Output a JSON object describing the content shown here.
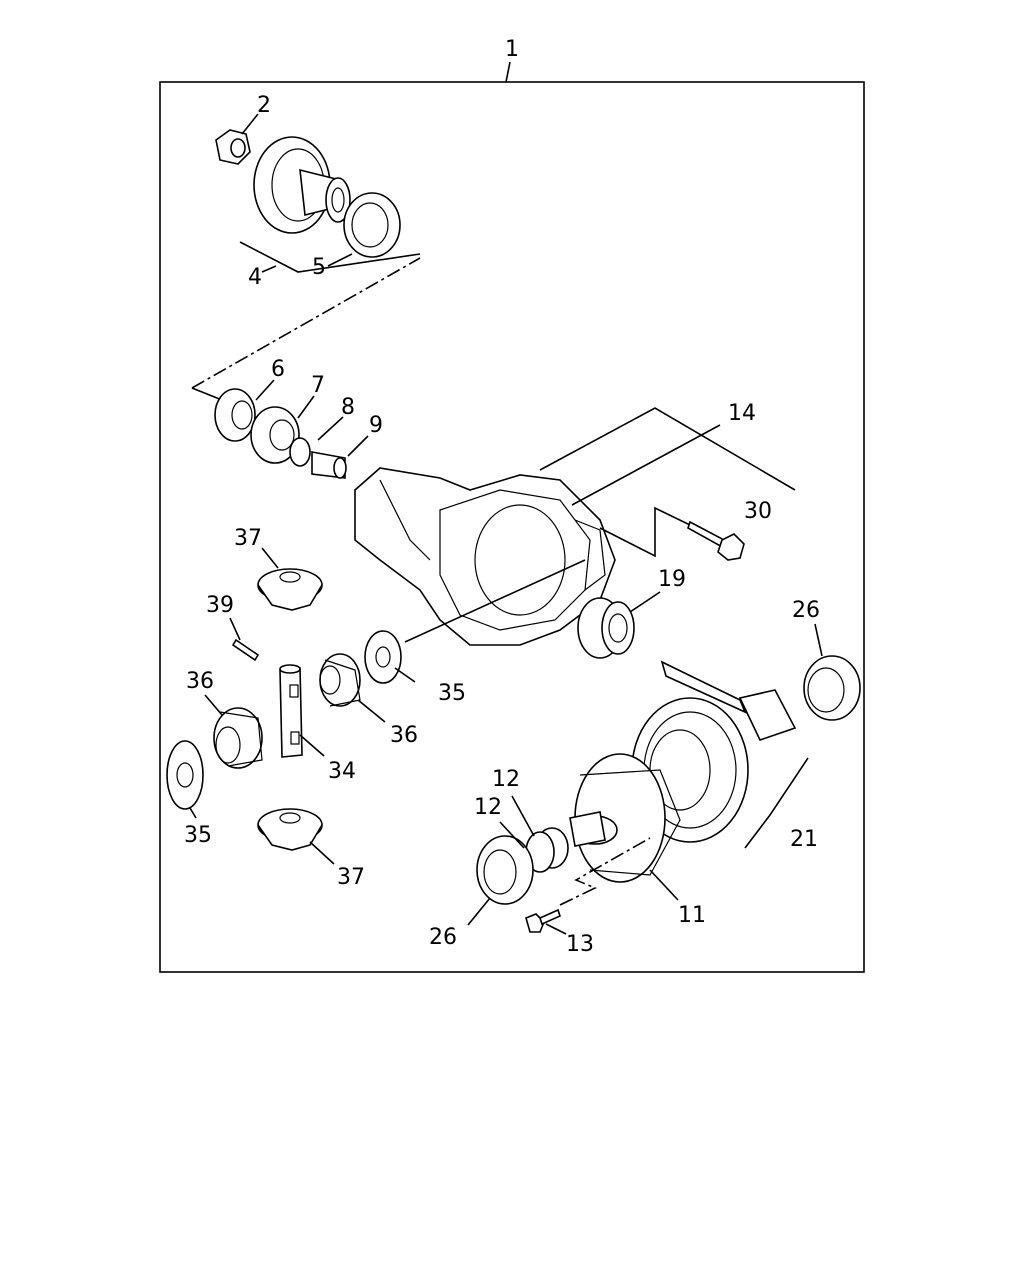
{
  "diagram": {
    "callouts": {
      "c1": "1",
      "c2": "2",
      "c4": "4",
      "c5": "5",
      "c6": "6",
      "c7": "7",
      "c8": "8",
      "c9": "9",
      "c14": "14",
      "c30": "30",
      "c37a": "37",
      "c39": "39",
      "c19": "19",
      "c26a": "26",
      "c36a": "36",
      "c35a": "35",
      "c36b": "36",
      "c34": "34",
      "c35b": "35",
      "c12a": "12",
      "c12b": "12",
      "c21": "21",
      "c37b": "37",
      "c11": "11",
      "c26b": "26",
      "c13": "13"
    }
  }
}
